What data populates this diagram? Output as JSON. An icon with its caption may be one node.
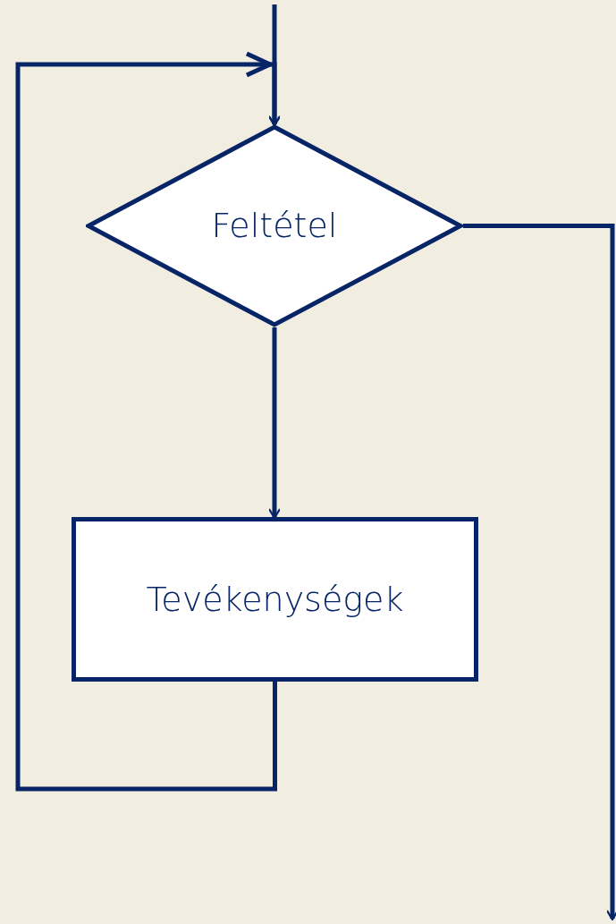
{
  "diagram": {
    "nodes": [
      {
        "text": [
          "Feltétel"
        ]
      },
      {
        "text": [
          "Tevékenységek"
        ]
      }
    ],
    "edges": [
      {
        "from": null,
        "to": 0,
        "arrow": "to"
      },
      {
        "from": 0,
        "to": 1,
        "arrow": "to"
      },
      {
        "from": 1,
        "to": 0,
        "arrow": "to"
      },
      {
        "from": 0,
        "to": null,
        "arrow": "to"
      }
    ]
  }
}
